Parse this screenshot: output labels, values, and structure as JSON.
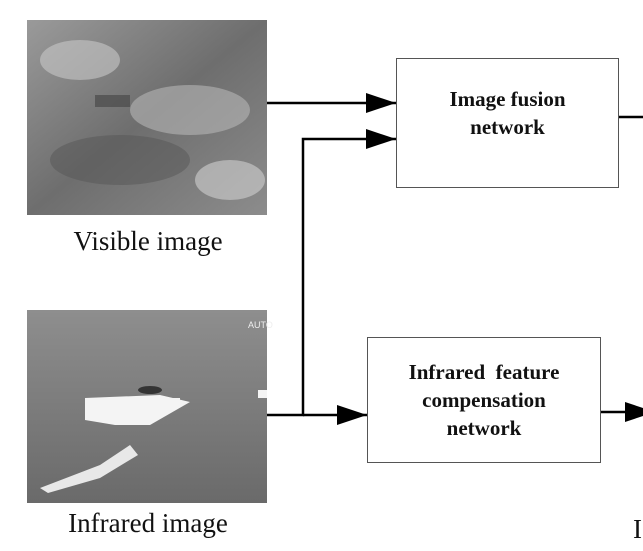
{
  "inputs": {
    "visible": {
      "caption": "Visible image"
    },
    "infrared": {
      "caption": "Infrared image",
      "overlay_text": "AUTO"
    }
  },
  "blocks": {
    "fusion": {
      "line1": "Image fusion",
      "line2": "network"
    },
    "compensation": {
      "line1": "Infrared  feature",
      "line2": "compensation",
      "line3": "network"
    }
  },
  "cut_off_label": "I"
}
